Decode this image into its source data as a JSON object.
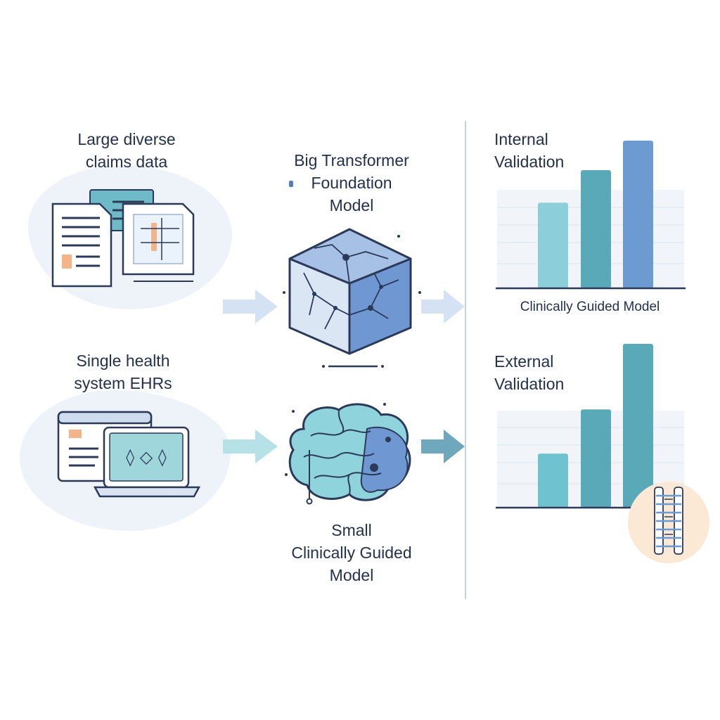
{
  "inputs": {
    "claims": {
      "label": "Large diverse\nclaims data"
    },
    "ehr": {
      "label": "Single health\nsystem EHRs"
    }
  },
  "models": {
    "foundation": {
      "label": "Big Transformer\nFoundation\nModel"
    },
    "small": {
      "label": "Small\nClinically Guided\nModel"
    }
  },
  "results": {
    "internal": {
      "title": "Internal\nValidation",
      "caption": "Clinically Guided Model",
      "bars": [
        0.58,
        0.8,
        1.0
      ]
    },
    "external": {
      "title": "External\nValidation",
      "bars": [
        0.33,
        0.6,
        1.0
      ]
    }
  },
  "colors": {
    "navy": "#2c3a5a",
    "light_blue": "#cfdcef",
    "teal": "#5aa9b9",
    "blue": "#6c9bd2",
    "aqua": "#8ccfda",
    "orange": "#f4b48a",
    "divider": "#c8d2df"
  },
  "icons": {
    "documents": "documents-icon",
    "laptop": "laptop-monitor-icon",
    "cube": "network-cube-icon",
    "brain": "brain-network-icon",
    "spine": "spine-icon"
  }
}
